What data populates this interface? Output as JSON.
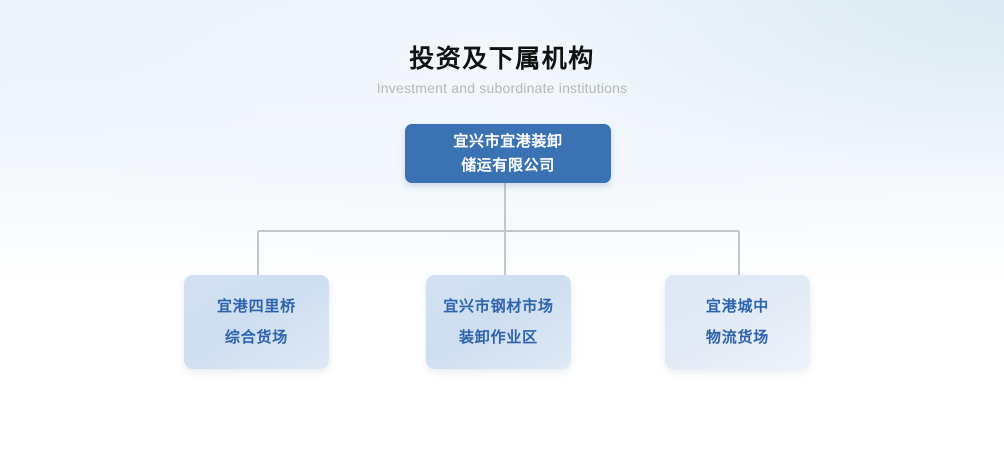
{
  "page": {
    "title": "投资及下属机构",
    "subtitle": "Investment and subordinate institutions"
  },
  "colors": {
    "root_box_bg": "#3a72b4",
    "root_box_text": "#ffffff",
    "child_box_bg": "#d3e1f1",
    "child_box_text": "#2d63ad",
    "connector_line": "#c4c7c9",
    "title_text": "#121212",
    "subtitle_text": "#b3b8bd",
    "background_top": "#e9f1f8",
    "background_bottom": "#ffffff"
  },
  "org_chart": {
    "root": {
      "name": "宜兴市宜港装卸储运有限公司",
      "lines": [
        "宜兴市宜港装卸",
        "储运有限公司"
      ]
    },
    "children": [
      {
        "name": "宜港四里桥综合货场",
        "lines": [
          "宜港四里桥",
          "综合货场"
        ]
      },
      {
        "name": "宜兴市钢材市场装卸作业区",
        "lines": [
          "宜兴市钢材市场",
          "装卸作业区"
        ]
      },
      {
        "name": "宜港城中物流货场",
        "lines": [
          "宜港城中",
          "物流货场"
        ]
      }
    ]
  }
}
